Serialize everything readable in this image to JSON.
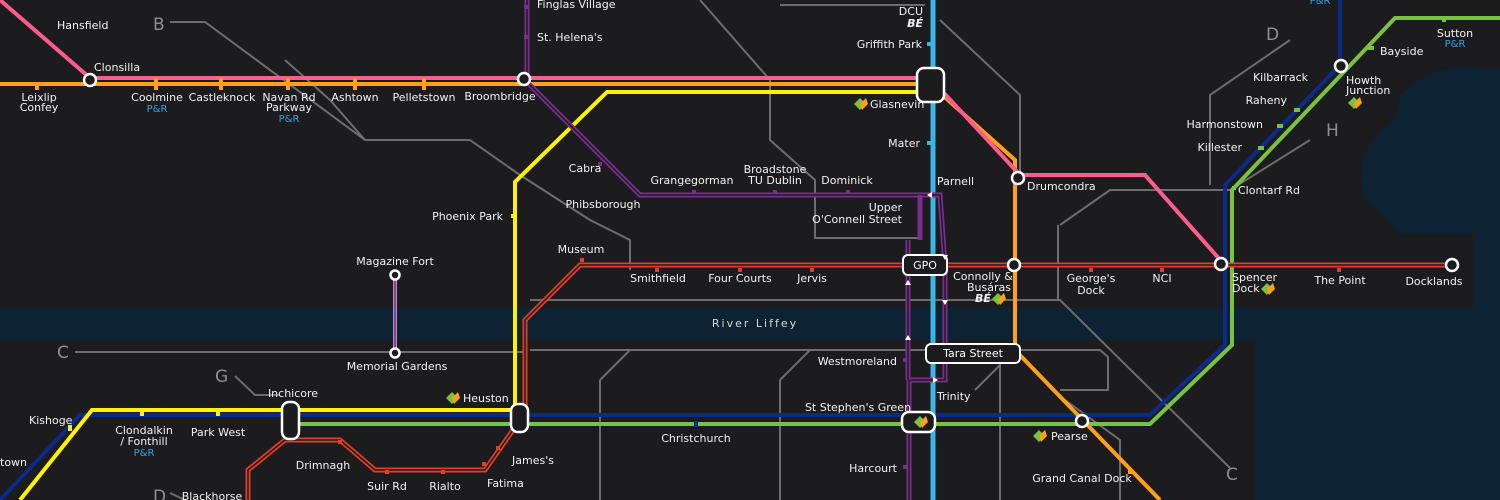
{
  "map": {
    "river": "River Liffey",
    "colors": {
      "background": "#1c1c1e",
      "water": "#0d2233",
      "bus": "#6d6d6d",
      "dart": "#78c141",
      "commuter_north": "#ff5b8c",
      "commuter_west": "#ff9f1a",
      "phoenix_park_line": "#fff200",
      "luas_green": "#3cb4e6",
      "metro_purple": "#7b2d8e",
      "luas_red": "#e43d24",
      "navy_line": "#0b2a8a"
    },
    "route_letters": [
      "B",
      "C",
      "G",
      "D",
      "D",
      "H",
      "C"
    ],
    "hubs": [
      "GPO",
      "Tara Street"
    ],
    "park_and_ride": "P&R",
    "be_mark": "BÉ",
    "stations": {
      "hansfield": "Hansfield",
      "clonsilla": "Clonsilla",
      "leixlip_1": "Leixlip",
      "leixlip_2": "Confey",
      "coolmine": "Coolmine",
      "castleknock": "Castleknock",
      "navan_1": "Navan Rd",
      "navan_2": "Parkway",
      "ashtown": "Ashtown",
      "pelletstown": "Pelletstown",
      "broombridge": "Broombridge",
      "finglas": "Finglas Village",
      "st_helenas": "St. Helena's",
      "dcu": "DCU",
      "griffith_park": "Griffith Park",
      "glasnevin": "Glasnevin",
      "mater": "Mater",
      "cabra": "Cabra",
      "grangegorman": "Grangegorman",
      "broadstone_1": "Broadstone",
      "broadstone_2": "TU Dublin",
      "dominick": "Dominick",
      "phibsborough": "Phibsborough",
      "parnell": "Parnell",
      "upper_oconnell_1": "Upper",
      "upper_oconnell_2": "O'Connell Street",
      "drumcondra": "Drumcondra",
      "phoenix_park": "Phoenix Park",
      "museum": "Museum",
      "smithfield": "Smithfield",
      "four_courts": "Four Courts",
      "jervis": "Jervis",
      "connolly_1": "Connolly &",
      "connolly_2": "Busáras",
      "georges_dock_1": "George's",
      "georges_dock_2": "Dock",
      "nci": "NCI",
      "spencer_1": "Spencer",
      "spencer_2": "Dock",
      "the_point": "The Point",
      "docklands": "Docklands",
      "magazine_fort": "Magazine Fort",
      "memorial_gardens": "Memorial Gardens",
      "westmoreland": "Westmoreland",
      "trinity": "Trinity",
      "st_stephens_green": "St Stephen's Green",
      "inchicore": "Inchicore",
      "heuston": "Heuston",
      "kishoge": "Kishoge",
      "clondalkin_1": "Clondalkin",
      "clondalkin_2": "/ Fonthill",
      "park_west": "Park West",
      "christchurch": "Christchurch",
      "drimnagh": "Drimnagh",
      "jamess": "James's",
      "suir_rd": "Suir Rd",
      "rialto": "Rialto",
      "fatima": "Fatima",
      "blackhorse": "Blackhorse",
      "town_fragment": "town",
      "harcourt": "Harcourt",
      "pearse": "Pearse",
      "grand_canal_dock": "Grand Canal Dock",
      "kilbarrack": "Kilbarrack",
      "raheny": "Raheny",
      "harmonstown": "Harmonstown",
      "killester": "Killester",
      "howth_1": "Howth",
      "howth_2": "Junction",
      "clontarf": "Clontarf Rd",
      "bayside": "Bayside",
      "sutton": "Sutton"
    }
  }
}
